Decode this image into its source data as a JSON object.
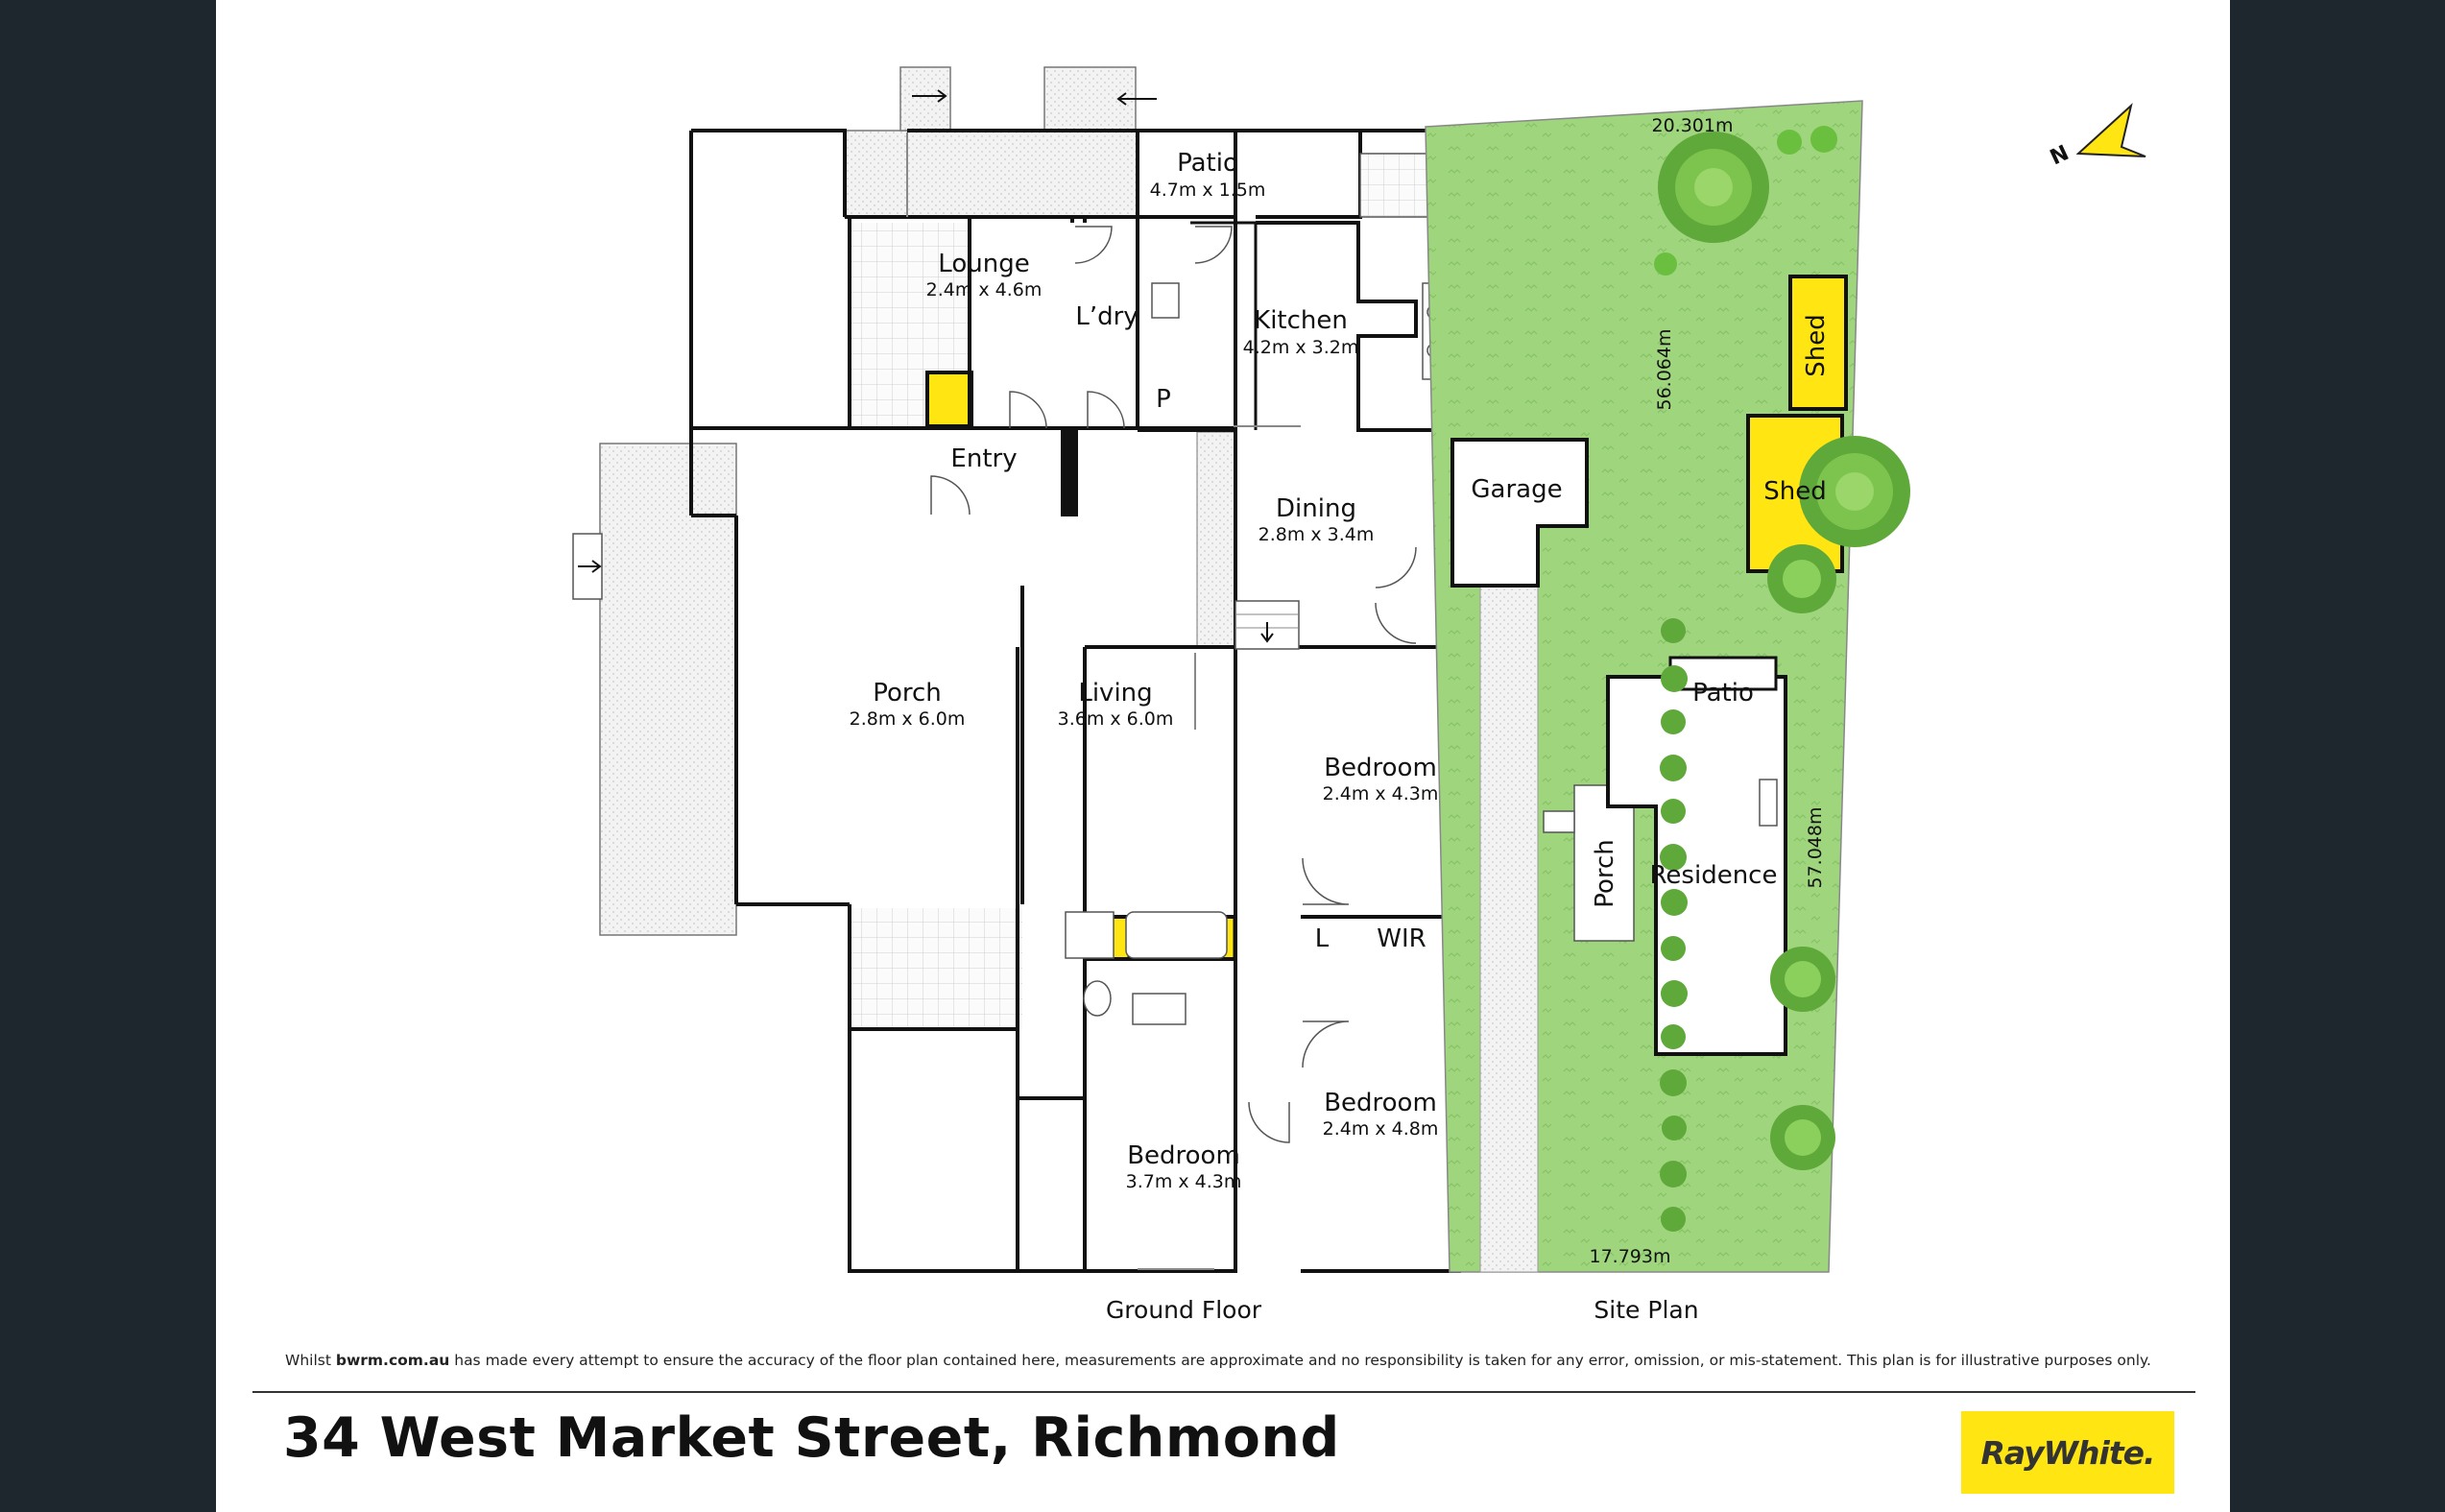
{
  "ground_floor": {
    "caption": "Ground Floor",
    "rooms": {
      "patio": {
        "name": "Patio",
        "dims": "4.7m x 1.5m"
      },
      "lounge": {
        "name": "Lounge",
        "dims": "2.4m x 4.6m"
      },
      "laundry": {
        "name": "L’dry"
      },
      "kitchen": {
        "name": "Kitchen",
        "dims": "4.2m x 3.2m"
      },
      "pantry": {
        "name": "P"
      },
      "entry": {
        "name": "Entry"
      },
      "dining": {
        "name": "Dining",
        "dims": "2.8m x 3.4m"
      },
      "porch": {
        "name": "Porch",
        "dims": "2.8m x 6.0m"
      },
      "living": {
        "name": "Living",
        "dims": "3.6m x 6.0m"
      },
      "bedroom_a": {
        "name": "Bedroom",
        "dims": "2.4m x 4.3m"
      },
      "linen": {
        "name": "L"
      },
      "wir": {
        "name": "WIR"
      },
      "bedroom_b": {
        "name": "Bedroom",
        "dims": "2.4m x 4.8m"
      },
      "bedroom_c": {
        "name": "Bedroom",
        "dims": "3.7m x 4.3m"
      }
    }
  },
  "site_plan": {
    "caption": "Site Plan",
    "dims": {
      "top": "20.301m",
      "left": "56.064m",
      "right": "57.048m",
      "bottom": "17.793m"
    },
    "labels": {
      "garage": "Garage",
      "shed_small": "Shed",
      "shed_large": "Shed",
      "patio": "Patio",
      "porch": "Porch",
      "residence": "Residence"
    },
    "compass_label": "N"
  },
  "footer": {
    "disclaimer_pre": "Whilst ",
    "disclaimer_site": "bwrm.com.au",
    "disclaimer_post": " has made every attempt to ensure the accuracy of the floor plan contained here, measurements are approximate and no responsibility is taken for any error, omission, or mis-statement. This plan is for illustrative purposes only.",
    "address": "34 West Market Street, Richmond",
    "brand": "RayWhite."
  },
  "colors": {
    "highlight": "#ffe512",
    "lawn": "#9ed57d",
    "wall": "#111111",
    "background": "#1f272e"
  }
}
